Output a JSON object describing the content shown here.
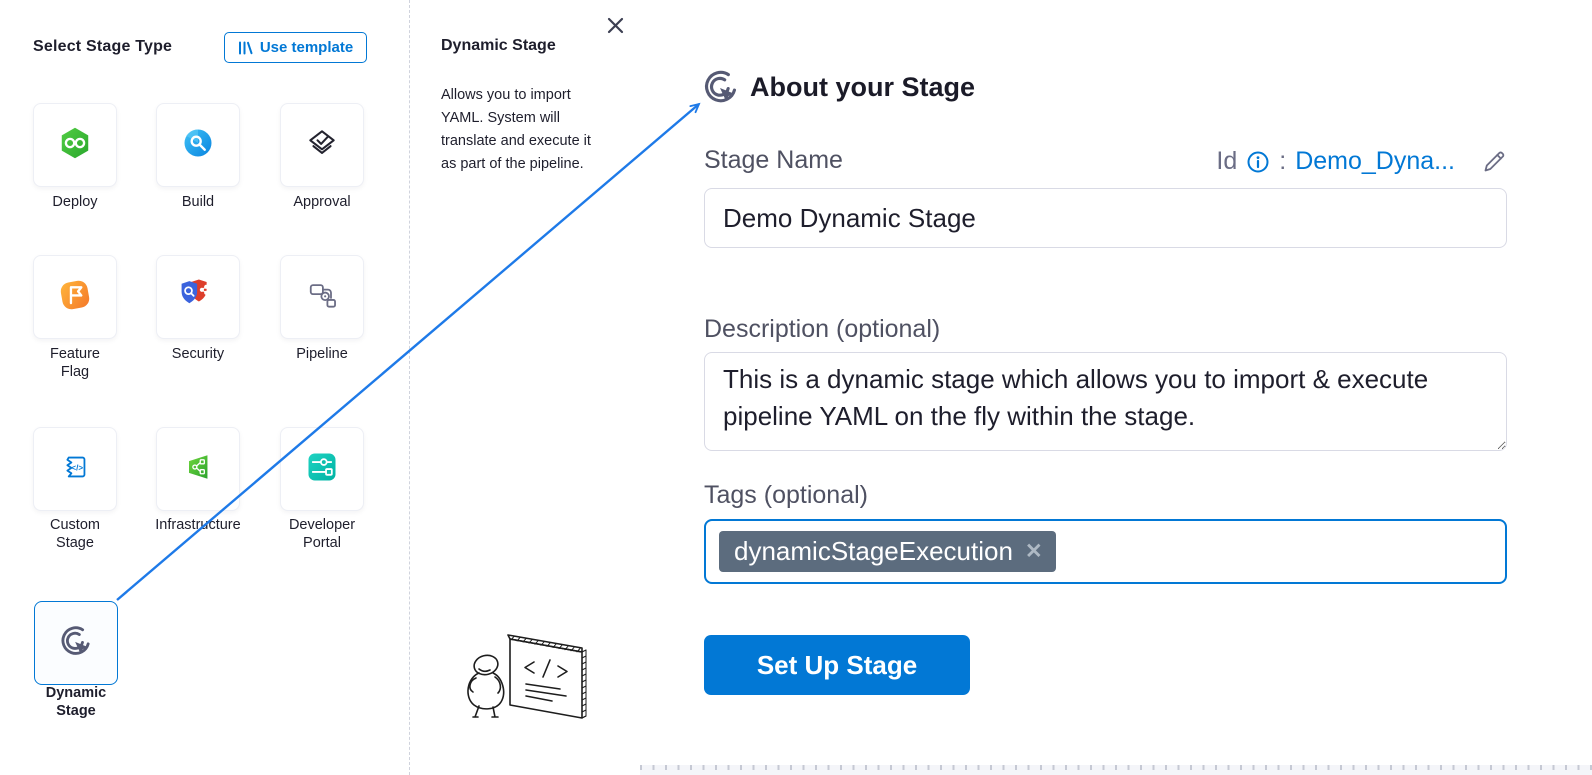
{
  "colors": {
    "primary_blue": "#0278d5",
    "arrow_blue": "#1e7ae8",
    "heading_dark": "#1b1b28",
    "label_gray": "#4f5162",
    "muted_gray": "#6b6d85",
    "border_gray": "#d9dae5",
    "chip_slate": "#5c6c7e",
    "deploy_green": "#3dc03d",
    "build_blue": "#18a6f2",
    "flag_orange": "#fb9b2e",
    "portal_teal": "#0bc8b0"
  },
  "left_panel": {
    "title": "Select Stage Type",
    "use_template_label": "Use template",
    "stages": [
      {
        "label": "Deploy"
      },
      {
        "label": "Build"
      },
      {
        "label": "Approval"
      },
      {
        "label": "Feature\nFlag"
      },
      {
        "label": "Security"
      },
      {
        "label": "Pipeline"
      },
      {
        "label": "Custom\nStage"
      },
      {
        "label": "Infrastructure"
      },
      {
        "label": "Developer\nPortal"
      },
      {
        "label": "Dynamic\nStage",
        "selected": true
      }
    ]
  },
  "help_panel": {
    "title": "Dynamic Stage",
    "description": "Allows you to import YAML. System will translate and execute it as part of the pipeline."
  },
  "about_panel": {
    "heading": "About your Stage",
    "stage_name_label": "Stage Name",
    "id_label": "Id",
    "id_separator": ":",
    "id_value": "Demo_Dyna...",
    "stage_name_value": "Demo Dynamic Stage",
    "description_label": "Description (optional)",
    "description_value": "This is a dynamic stage which allows you to import & execute pipeline YAML on the fly within the stage.",
    "tags_label": "Tags (optional)",
    "tags": [
      {
        "text": "dynamicStageExecution"
      }
    ],
    "submit_label": "Set Up Stage"
  },
  "icons": {
    "tag_remove": "✕"
  }
}
